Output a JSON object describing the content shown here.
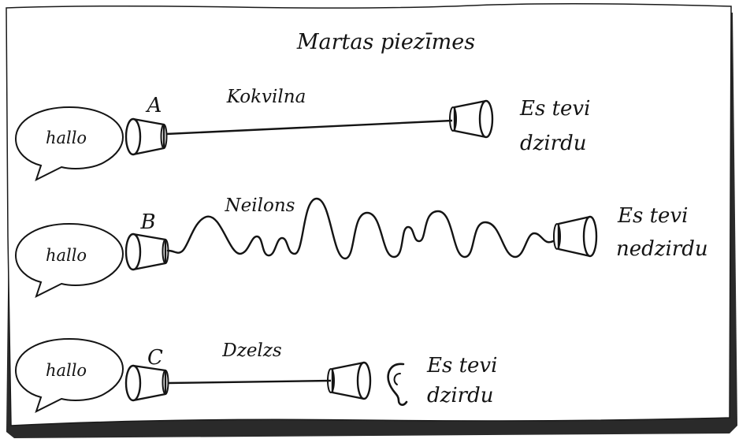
{
  "title": "Martas piezīmes",
  "rows": [
    {
      "letter": "A",
      "material": "Kokvilna",
      "speech": "hallo",
      "result_line1": "Es tevi",
      "result_line2": "dzirdu"
    },
    {
      "letter": "B",
      "material": "Neilons",
      "speech": "hallo",
      "result_line1": "Es tevi",
      "result_line2": "nedzirdu"
    },
    {
      "letter": "C",
      "material": "Dzelzs",
      "speech": "hallo",
      "result_line1": "Es tevi",
      "result_line2": "dzirdu"
    }
  ],
  "colors": {
    "ink": "#141414",
    "paper": "#ffffff",
    "shadow": "#2a2a2a"
  }
}
